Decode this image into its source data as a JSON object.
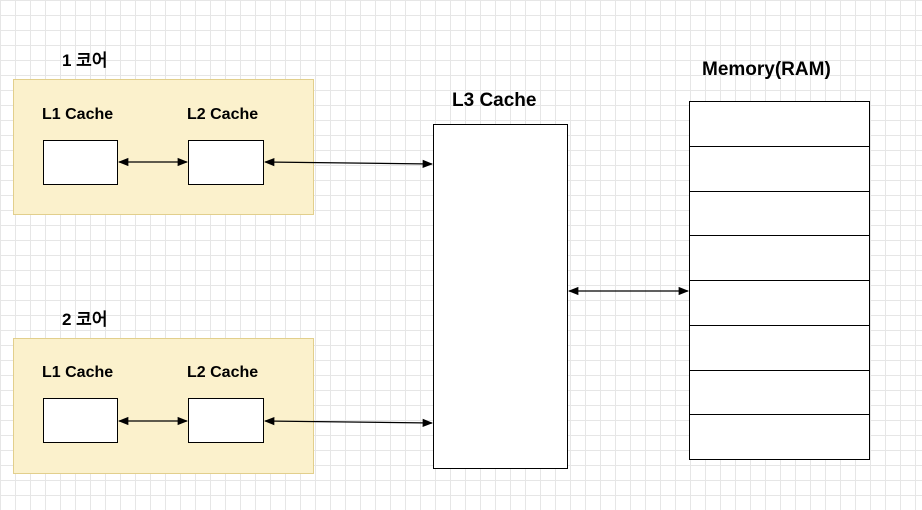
{
  "cores": [
    {
      "title": "1 코어",
      "l1_label": "L1 Cache",
      "l2_label": "L2 Cache"
    },
    {
      "title": "2 코어",
      "l1_label": "L1 Cache",
      "l2_label": "L2 Cache"
    }
  ],
  "l3": {
    "label": "L3 Cache"
  },
  "memory": {
    "label": "Memory(RAM)",
    "cell_count": 8
  },
  "colors": {
    "core_fill": "#fbf1cc",
    "core_border": "#e2cf8c",
    "grid": "#e6e6e6",
    "line": "#000000"
  }
}
